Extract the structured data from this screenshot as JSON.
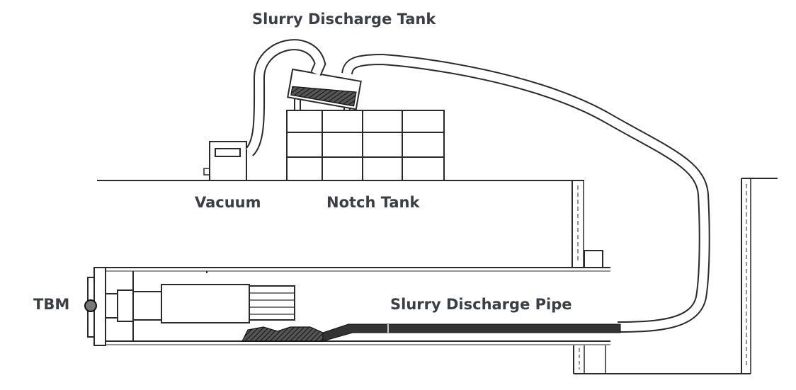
{
  "labels": {
    "slurry_discharge_tank": "Slurry Discharge Tank",
    "vacuum": "Vacuum",
    "notch_tank": "Notch Tank",
    "tbm": "TBM",
    "slurry_discharge_pipe": "Slurry Discharge Pipe"
  },
  "colors": {
    "text": "#3b3e45",
    "line": "#2a2a2a",
    "fill_dark": "#333333"
  }
}
